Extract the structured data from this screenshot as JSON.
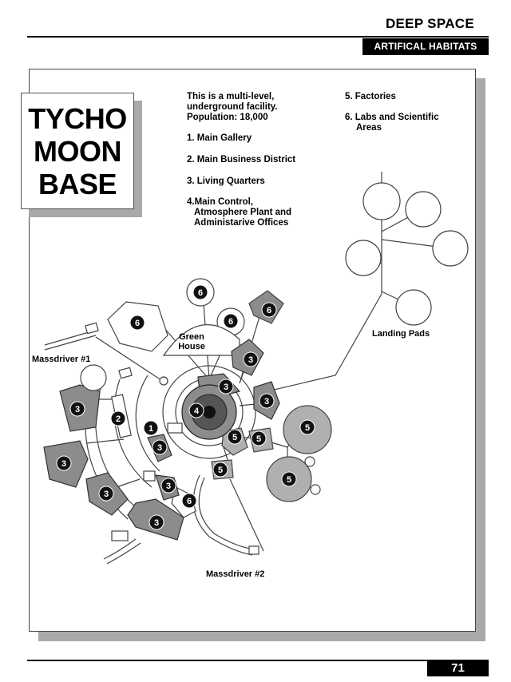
{
  "header": {
    "title": "DEEP SPACE",
    "section": "ARTIFICAL HABITATS"
  },
  "title_box": {
    "line1": "TYCHO",
    "line2": "MOON",
    "line3": "BASE"
  },
  "intro": {
    "line1": "This is a multi-level,",
    "line2": "underground facility.",
    "line3": "Population: 18,000"
  },
  "legend": {
    "item1": "1. Main Gallery",
    "item2": "2. Main Business District",
    "item3": "3. Living Quarters",
    "item4_line1": "4.Main Control,",
    "item4_line2": "Atmosphere Plant and",
    "item4_line3": "Administarive Offices",
    "item5": "5. Factories",
    "item6_line1": "6. Labs and Scientific",
    "item6_line2": "Areas"
  },
  "map_labels": {
    "landing_pads": "Landing Pads",
    "massdriver1": "Massdriver #1",
    "massdriver2": "Massdriver #2",
    "green_house_line1": "Green",
    "green_house_line2": "House"
  },
  "zone_numbers": {
    "n1": "1",
    "n2": "2",
    "n3": "3",
    "n4": "4",
    "n5": "5",
    "n6": "6"
  },
  "colors": {
    "quarters": "#8c8c8c",
    "factory": "#b0b0b0",
    "control": "#555555",
    "shadow": "#a9a9a9"
  },
  "footer": {
    "page_number": "71"
  }
}
